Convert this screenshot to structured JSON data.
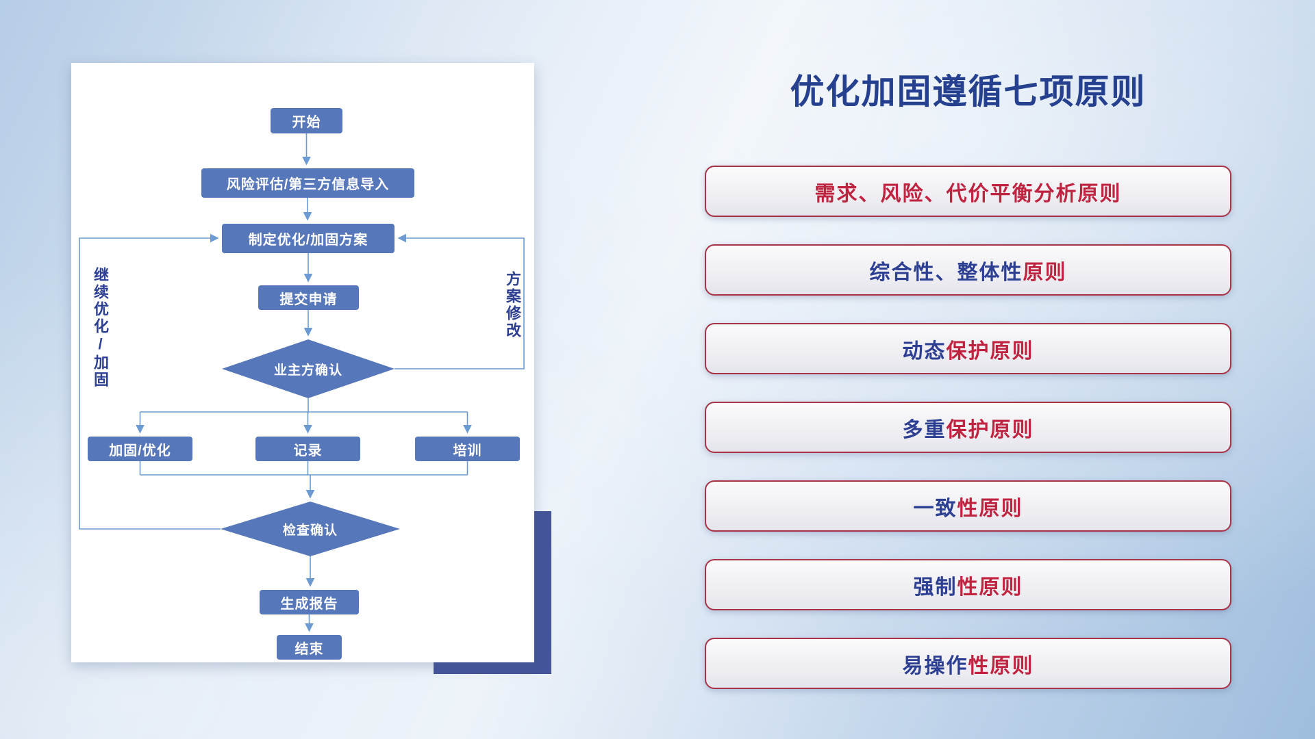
{
  "colors": {
    "accent_blue": "#2c3f92",
    "accent_red": "#c0233f",
    "node_fill": "#5777bb",
    "connector": "#6b9bd2",
    "shadow_rect": "#44549a",
    "title_blue": "#24408e",
    "principle_border": "#a83246"
  },
  "flowchart": {
    "nodes": {
      "start": "开始",
      "risk_import": "风险评估/第三方信息导入",
      "make_plan": "制定优化/加固方案",
      "submit": "提交申请",
      "owner_confirm": "业主方确认",
      "harden": "加固/优化",
      "record": "记录",
      "training": "培训",
      "check_confirm": "检查确认",
      "report": "生成报告",
      "end": "结束"
    },
    "side_labels": {
      "left": "继续优化/加固",
      "right": "方案修改"
    }
  },
  "panel": {
    "title": "优化加固遵循七项原则",
    "principles": [
      {
        "segments": [
          {
            "text": "需求、风险、代价平衡分析原则",
            "color": "#c0233f"
          }
        ]
      },
      {
        "segments": [
          {
            "text": "综合性、整体性",
            "color": "#2c3f92"
          },
          {
            "text": "原则",
            "color": "#c0233f"
          }
        ]
      },
      {
        "segments": [
          {
            "text": "动态",
            "color": "#2c3f92"
          },
          {
            "text": "保护原则",
            "color": "#c0233f"
          }
        ]
      },
      {
        "segments": [
          {
            "text": "多重",
            "color": "#2c3f92"
          },
          {
            "text": "保护原则",
            "color": "#c0233f"
          }
        ]
      },
      {
        "segments": [
          {
            "text": "一致",
            "color": "#2c3f92"
          },
          {
            "text": "性原则",
            "color": "#c0233f"
          }
        ]
      },
      {
        "segments": [
          {
            "text": "强制",
            "color": "#2c3f92"
          },
          {
            "text": "性原则",
            "color": "#c0233f"
          }
        ]
      },
      {
        "segments": [
          {
            "text": "易操作",
            "color": "#2c3f92"
          },
          {
            "text": "性原则",
            "color": "#c0233f"
          }
        ]
      }
    ]
  }
}
